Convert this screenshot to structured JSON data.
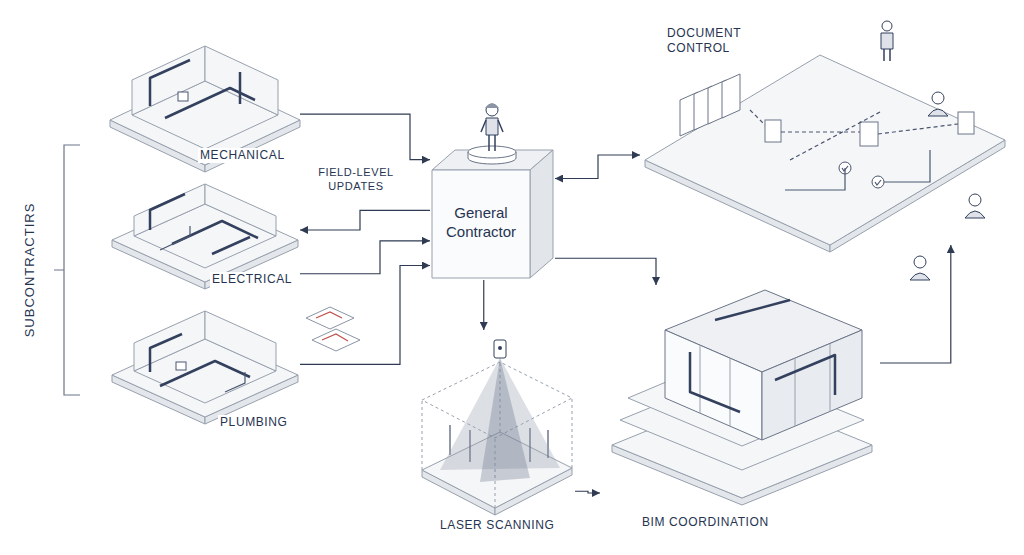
{
  "diagram": {
    "nodes": [
      {
        "text": [
          "MECHANICAL"
        ]
      },
      {
        "text": [
          "ELECTRICAL"
        ]
      },
      {
        "text": [
          "PLUMBING"
        ]
      },
      {
        "text": [
          "General Contractor"
        ]
      },
      {
        "text": [
          "DOCUMENT CONTROL"
        ]
      },
      {
        "text": [
          "LASER SCANNING"
        ]
      },
      {
        "text": [
          "BIM COORDINATION"
        ]
      }
    ],
    "edges": [
      {
        "from": 0,
        "to": 3,
        "arrow": "to"
      },
      {
        "from": 3,
        "to": 1,
        "arrow": "to"
      },
      {
        "from": 1,
        "to": 3,
        "arrow": "to"
      },
      {
        "from": 2,
        "to": 3,
        "arrow": "to"
      },
      {
        "from": 3,
        "to": 5,
        "arrow": "to"
      },
      {
        "from": 5,
        "to": 6,
        "arrow": "to"
      },
      {
        "from": 3,
        "to": 6,
        "arrow": "to"
      },
      {
        "from": 3,
        "to": 4,
        "arrow": "both"
      },
      {
        "from": 6,
        "to": 4,
        "arrow": "to"
      }
    ],
    "labels": [
      "SUBCONTRACTIRS",
      "FIELD-LEVEL UPDATES"
    ]
  }
}
